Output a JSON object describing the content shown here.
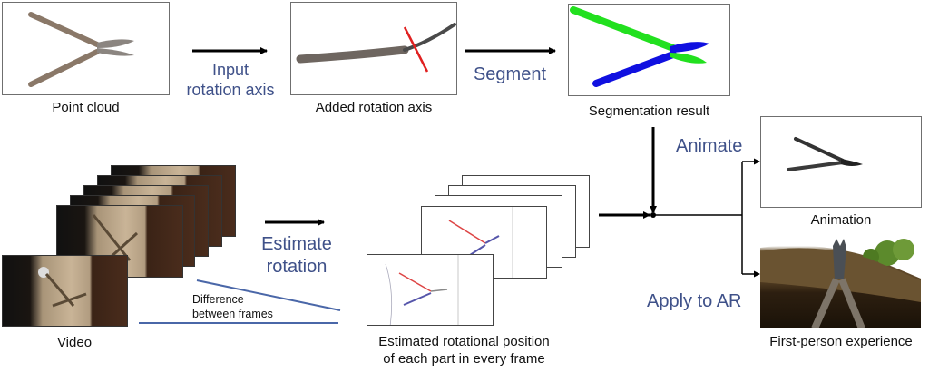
{
  "title": "Pipeline for animating articulated tool from point cloud and video",
  "nodes": {
    "point_cloud": {
      "label": "Point cloud"
    },
    "added_axis": {
      "label": "Added rotation axis"
    },
    "segmentation": {
      "label": "Segmentation result"
    },
    "video": {
      "label": "Video"
    },
    "estimated": {
      "label_line1": "Estimated rotational position",
      "label_line2": "of each part in every frame"
    },
    "animation": {
      "label": "Animation"
    },
    "first_person": {
      "label": "First-person experience"
    }
  },
  "steps": {
    "input_axis": {
      "line1": "Input",
      "line2": "rotation axis"
    },
    "segment": {
      "label": "Segment"
    },
    "estimate": {
      "line1": "Estimate",
      "line2": "rotation"
    },
    "difference": {
      "line1": "Difference",
      "line2": "between frames"
    },
    "animate": {
      "label": "Animate"
    },
    "apply_ar": {
      "label": "Apply to AR"
    }
  },
  "colors": {
    "step_text": "#3f5189",
    "segment_part_a": "#22e01f",
    "segment_part_b": "#1010e0",
    "rotation_axis": "#e02020",
    "diff_lines": "#4a67a8"
  }
}
